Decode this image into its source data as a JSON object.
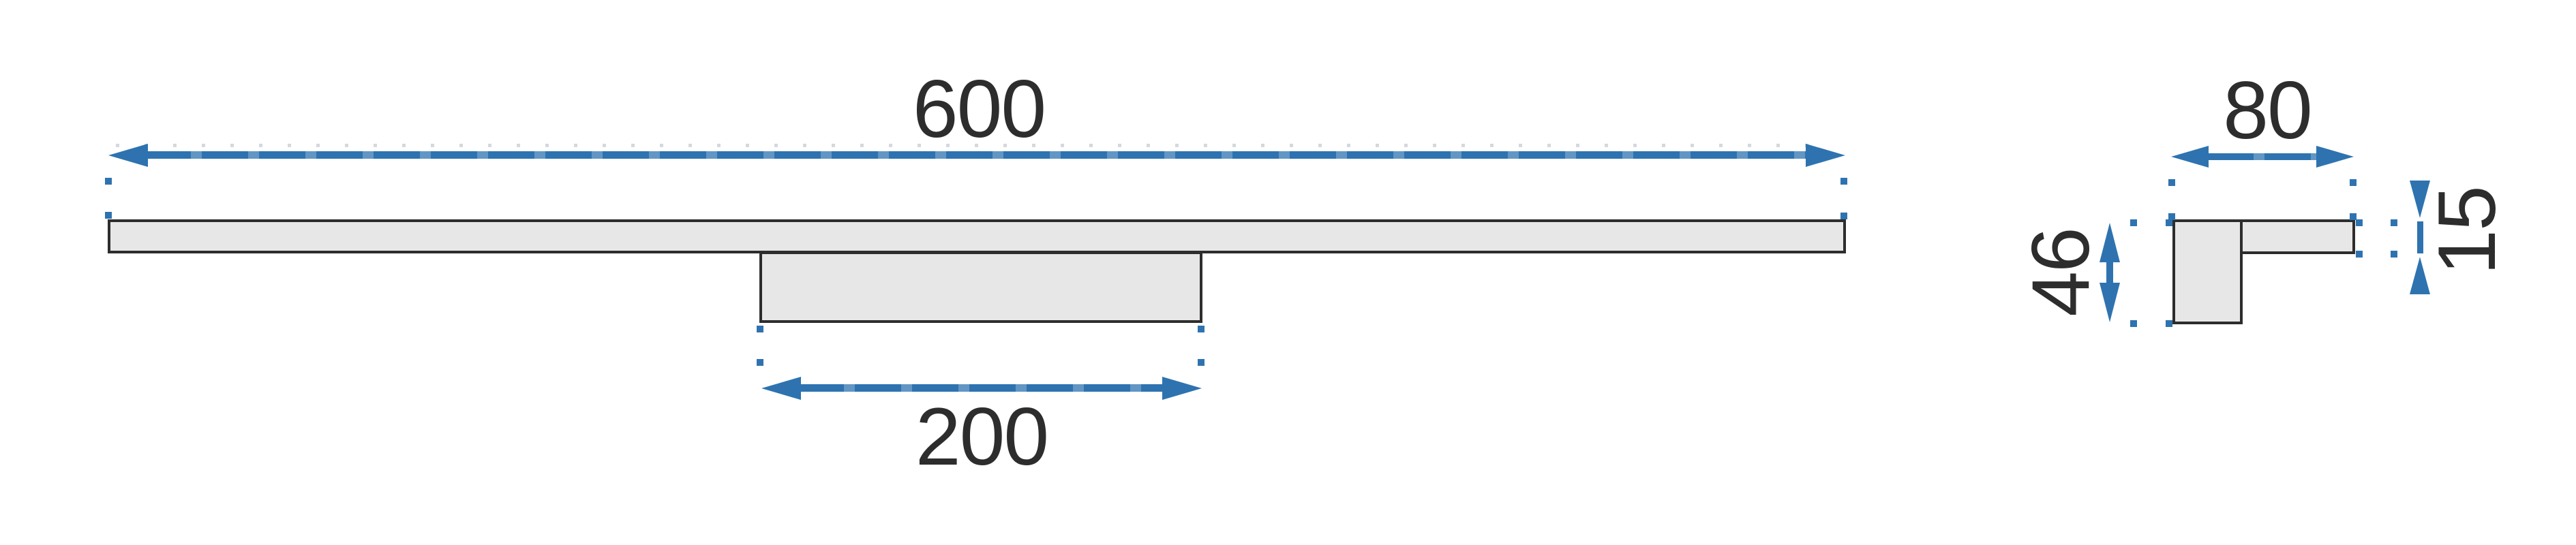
{
  "colors": {
    "accent_blue": "#2e73b0",
    "shape_fill": "#e7e7e7",
    "shape_outline": "#2d2d2d",
    "label_text": "#2d2d2d",
    "background": "#ffffff"
  },
  "front_view": {
    "width_label": "600",
    "bracket_width_label": "200"
  },
  "side_view": {
    "depth_label": "80",
    "bracket_height_label": "46",
    "bar_thickness_label": "15"
  }
}
